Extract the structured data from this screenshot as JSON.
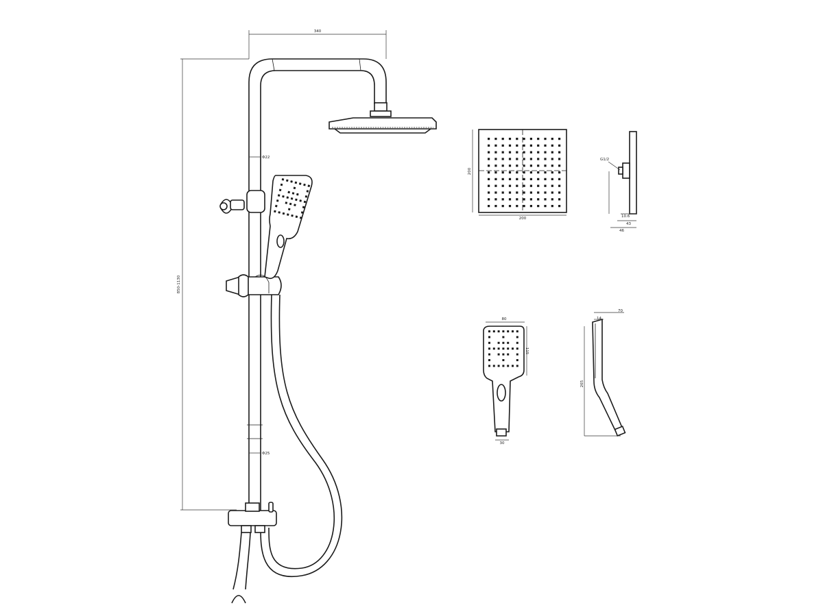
{
  "dimensions": {
    "arm_width": "340",
    "height_range": "850-1130",
    "tube_upper_dia": "Φ22",
    "tube_lower_dia": "Φ25",
    "head_side": "200",
    "head_width": "200",
    "thread": "G1/2",
    "head_thickness": "10.6",
    "side_depth_a": "43",
    "side_depth_b": "46",
    "hand_width": "80",
    "hand_face_height": "115",
    "hand_base_width": "30",
    "hand_side_top": "70",
    "hand_side_depth": "14",
    "hand_length": "265"
  }
}
